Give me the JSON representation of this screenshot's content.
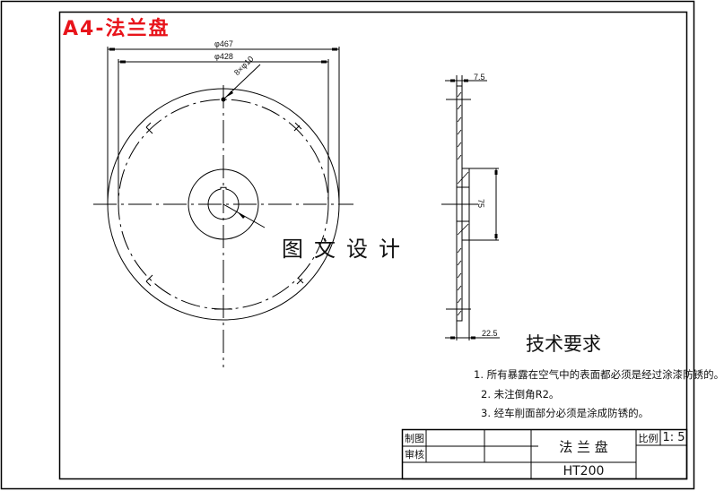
{
  "drawing": {
    "title": "A4-法兰盘",
    "watermark": "图文设计",
    "title_color": "#e8141b",
    "line_color": "#000000",
    "background": "#ffffff"
  },
  "front_view": {
    "dimensions": {
      "outer_diameter": "φ467",
      "bolt_circle_diameter": "φ428",
      "holes": "8×φ10"
    }
  },
  "side_view": {
    "dimensions": {
      "flange_thickness": "7.5",
      "hub_length": "75",
      "hub_width": "22.5"
    }
  },
  "technical_requirements": {
    "title": "技术要求",
    "items": [
      "1. 所有暴露在空气中的表面都必须是经过涂漆防锈的。",
      "2. 未注倒角R2。",
      "3. 经车削面部分必须是涂成防锈的。"
    ]
  },
  "title_block": {
    "drawn_by_label": "制图",
    "checked_by_label": "审核",
    "part_name": "法 兰 盘",
    "material": "HT200",
    "scale_label": "比例",
    "scale_value": "1: 5"
  }
}
